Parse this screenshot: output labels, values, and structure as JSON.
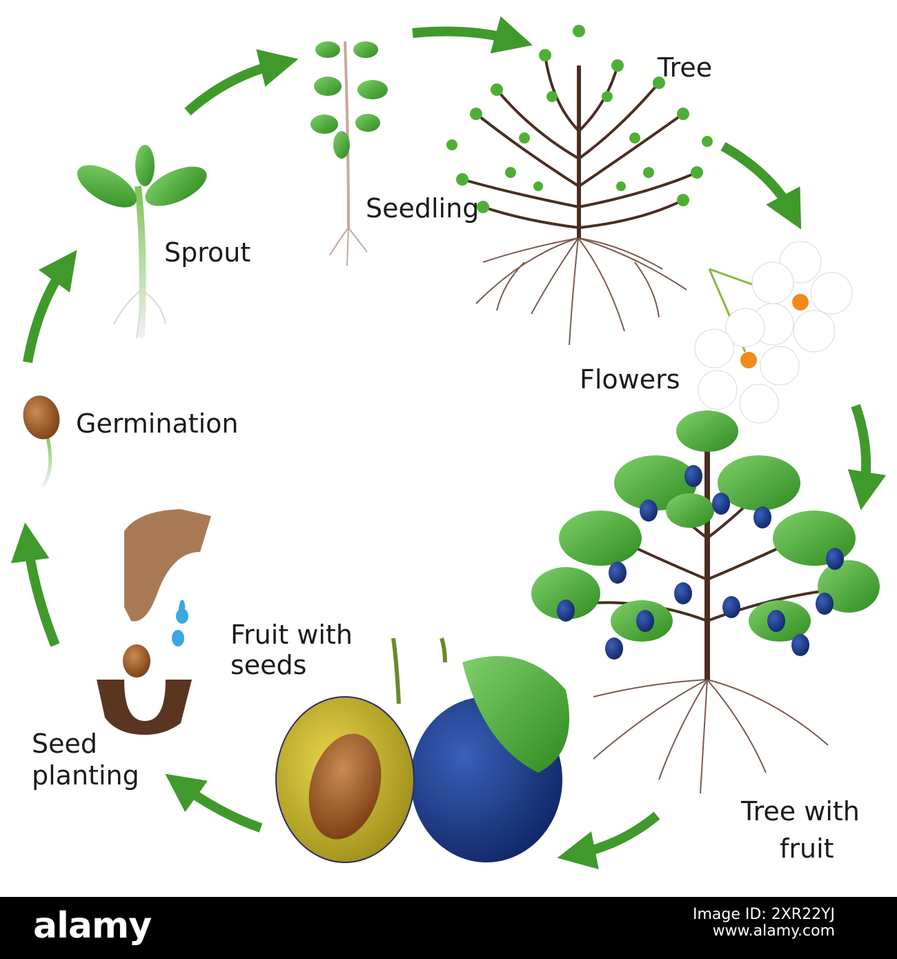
{
  "colors": {
    "arrow": "#3f9a2b",
    "leaf": "#4db034",
    "leaf_dark": "#2e8b1f",
    "trunk": "#4a2e22",
    "root": "#7a5b4e",
    "seed": "#8b4a1e",
    "plum": "#1f3c8a",
    "plum_flesh": "#c8b42a",
    "flower": "#ffffff",
    "flower_center": "#f08a1c",
    "soil": "#5a3520",
    "hand": "#a97a55",
    "water": "#39a7e0"
  },
  "stages": {
    "tree": "Tree",
    "seedling": "Seedling",
    "sprout": "Sprout",
    "flowers": "Flowers",
    "germination": "Germination",
    "fruit_line1": "Fruit with",
    "fruit_line2": "seeds",
    "tree_fruit_line1": "Tree with",
    "tree_fruit_line2": "fruit",
    "seed_planting_line1": "Seed",
    "seed_planting_line2": "planting"
  },
  "watermark": {
    "logo": "alamy",
    "image_id": "Image ID: 2XR22YJ",
    "site": "www.alamy.com"
  }
}
